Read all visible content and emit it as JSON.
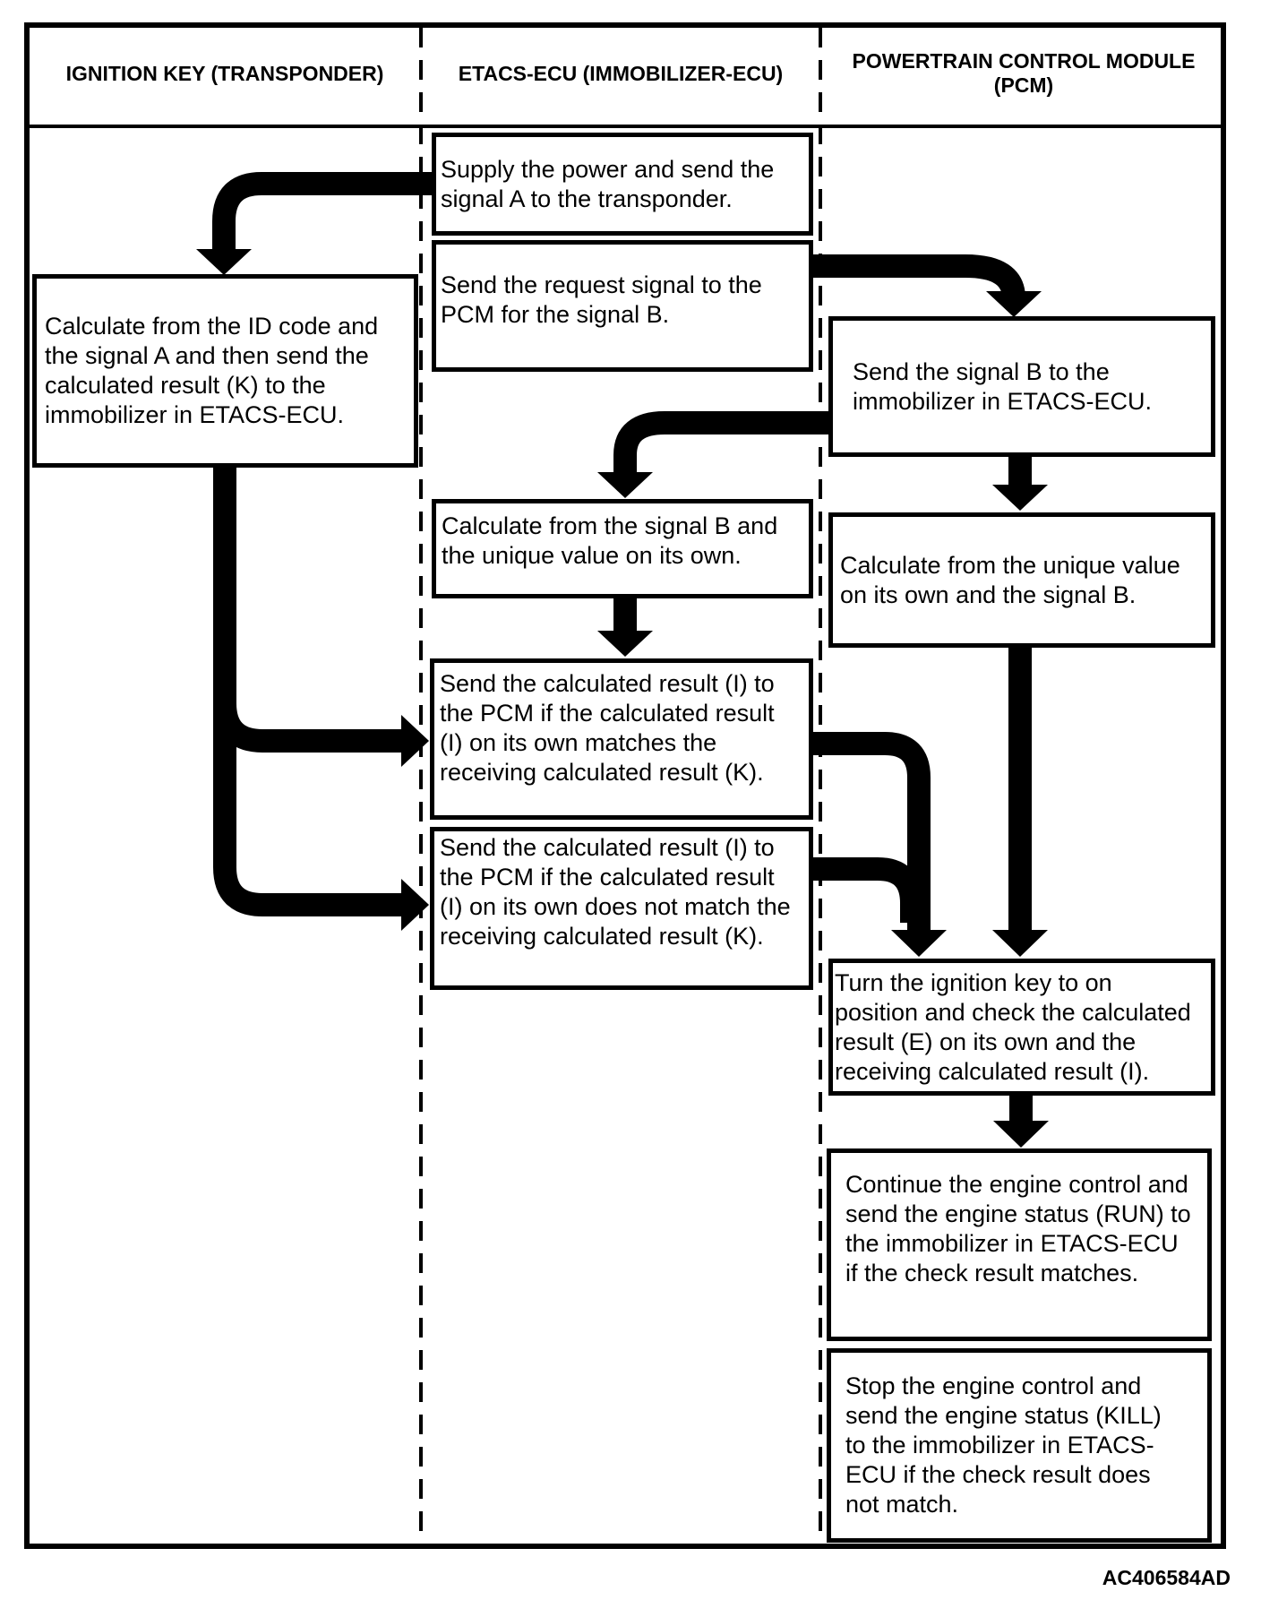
{
  "headers": [
    "IGNITION KEY (TRANSPONDER)",
    "ETACS-ECU (IMMOBILIZER-ECU)",
    "POWERTRAIN CONTROL MODULE (PCM)"
  ],
  "boxes": {
    "supply": "Supply the power and send the\nsignal A to the transponder.",
    "request": "Send the request signal to the\nPCM for the signal B.",
    "id_code": "Calculate from the ID code and\nthe signal A and then send the\ncalculated result (K) to the\nimmobilizer in ETACS-ECU.",
    "signal_b": "Send the signal B to the\nimmobilizer in ETACS-ECU.",
    "calc_signal_b": "Calculate from the signal B and\nthe unique value on its own.",
    "calc_unique": "Calculate from the unique value\non its own and the signal B.",
    "send_match": "Send the calculated result (I) to\nthe PCM if the calculated result\n(I) on its own matches the\nreceiving calculated result (K).",
    "send_no_match": "Send the calculated result (I) to\nthe PCM if the calculated result\n(I) on its own does not match the\nreceiving calculated result (K).",
    "turn_key": "Turn the ignition key to on\nposition and check the calculated\nresult (E) on its own and the\nreceiving calculated result (I).",
    "engine_run": "Continue the engine control and\nsend the engine status (RUN) to\nthe immobilizer in ETACS-ECU\nif the check result matches.",
    "engine_kill": "Stop the engine control and\nsend the engine status (KILL)\nto the immobilizer in ETACS-\nECU if the check result does\nnot match."
  },
  "connections": [
    {
      "from": "supply",
      "to": "id_code"
    },
    {
      "from": "request",
      "to": "signal_b"
    },
    {
      "from": "signal_b",
      "to": "calc_signal_b"
    },
    {
      "from": "signal_b",
      "to": "calc_unique"
    },
    {
      "from": "calc_signal_b",
      "to": "send_match"
    },
    {
      "from": "id_code",
      "to": "send_match"
    },
    {
      "from": "id_code",
      "to": "send_no_match"
    },
    {
      "from": "send_match",
      "to": "turn_key"
    },
    {
      "from": "send_no_match",
      "to": "turn_key"
    },
    {
      "from": "calc_unique",
      "to": "turn_key"
    },
    {
      "from": "turn_key",
      "to": "engine_run"
    }
  ],
  "figure_code": "AC406584AD",
  "colors": {
    "line": "#000000",
    "background": "#ffffff"
  }
}
